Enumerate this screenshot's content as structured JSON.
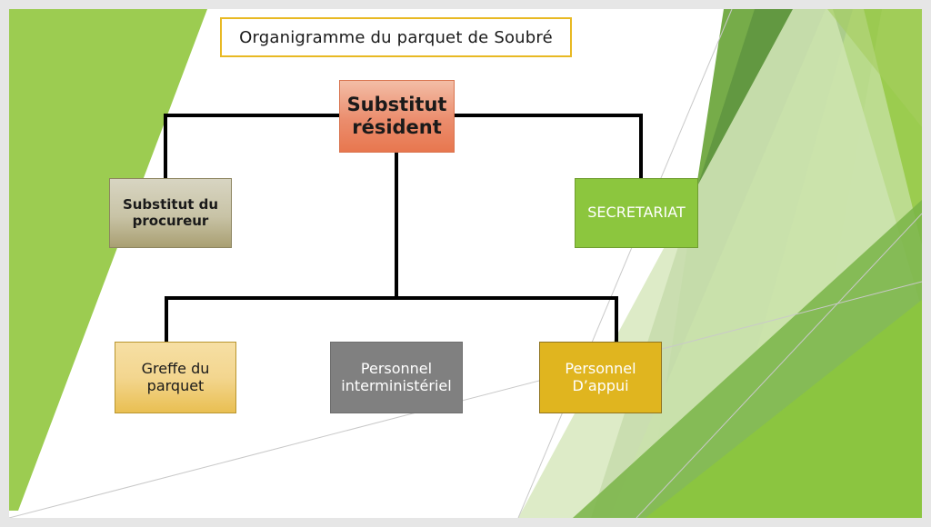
{
  "slide": {
    "title": "Organigramme du parquet de Soubré",
    "accent_border_color": "#e8b923",
    "background_color": "#ffffff",
    "frame_color": "#e6e6e6"
  },
  "chart_data": {
    "type": "diagram",
    "diagram_type": "organization-chart",
    "title": "Organigramme du parquet de Soubré",
    "nodes": [
      {
        "id": "root",
        "label": "Substitut résident",
        "level": 0,
        "fill": "#eb8d6d",
        "text_color": "#1a1a1a",
        "bold": true
      },
      {
        "id": "substitut-procureur",
        "label": "Substitut du procureur",
        "level": 1,
        "fill": "#c8c3a6",
        "text_color": "#1a1a1a",
        "bold": true
      },
      {
        "id": "secretariat",
        "label": "SECRETARIAT",
        "level": 1,
        "fill": "#8cc63e",
        "text_color": "#ffffff",
        "bold": false
      },
      {
        "id": "greffe",
        "label": "Greffe du parquet",
        "level": 2,
        "fill": "#f3d68f",
        "text_color": "#1a1a1a",
        "bold": false
      },
      {
        "id": "interministeriel",
        "label": "Personnel interministériel",
        "level": 2,
        "fill": "#808080",
        "text_color": "#ffffff",
        "bold": false
      },
      {
        "id": "appui",
        "label": "Personnel D’appui",
        "level": 2,
        "fill": "#e0b51f",
        "text_color": "#ffffff",
        "bold": false
      }
    ],
    "edges": [
      {
        "from": "root",
        "to": "substitut-procureur"
      },
      {
        "from": "root",
        "to": "secretariat"
      },
      {
        "from": "root",
        "to": "greffe"
      },
      {
        "from": "root",
        "to": "interministeriel"
      },
      {
        "from": "root",
        "to": "appui"
      }
    ],
    "connector_color": "#000000"
  },
  "decor": {
    "palette": {
      "bright_green": "#8cc63e",
      "mid_green": "#6fa83f",
      "dark_green": "#5e9440",
      "pale_green": "#d7e8bd",
      "light_green": "#a5cd5f",
      "hairline": "#c9c9c9"
    }
  }
}
